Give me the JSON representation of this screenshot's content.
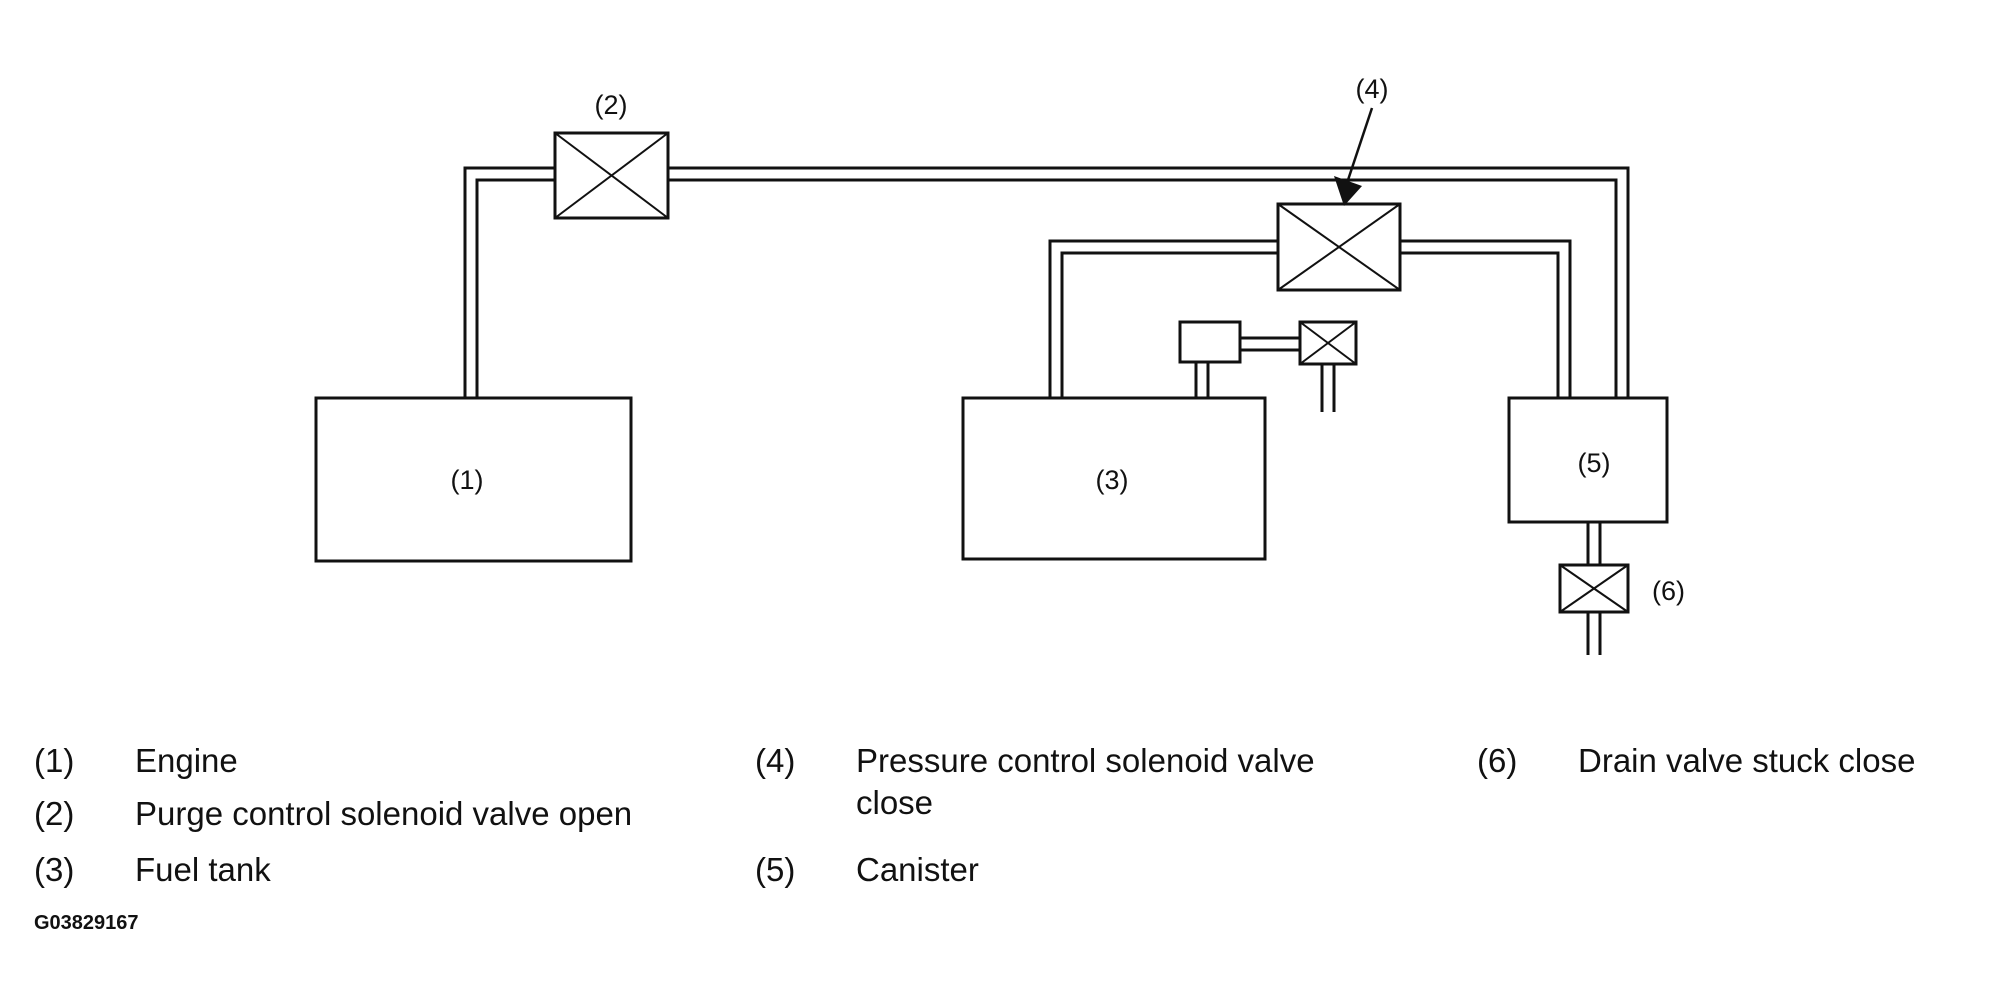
{
  "diagram": {
    "labels": {
      "engine_box": "(1)",
      "purge_valve": "(2)",
      "fuel_tank_box": "(3)",
      "pressure_valve": "(4)",
      "canister_box": "(5)",
      "drain_valve": "(6)"
    }
  },
  "legend": [
    {
      "num": "(1)",
      "text": "Engine"
    },
    {
      "num": "(2)",
      "text": "Purge control solenoid valve open"
    },
    {
      "num": "(3)",
      "text": "Fuel tank"
    },
    {
      "num": "(4)",
      "text": "Pressure control solenoid valve close"
    },
    {
      "num": "(5)",
      "text": "Canister"
    },
    {
      "num": "(6)",
      "text": "Drain valve stuck close"
    }
  ],
  "figure_code": "G03829167"
}
